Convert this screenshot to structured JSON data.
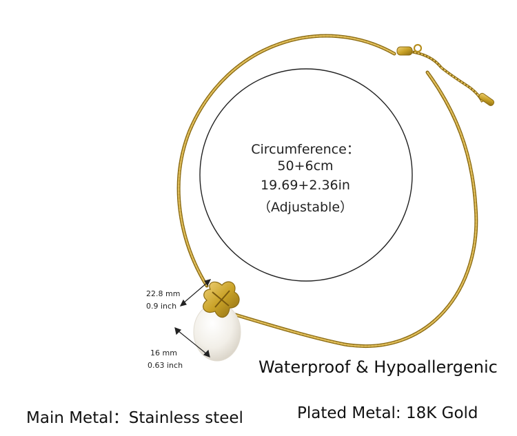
{
  "circumference": {
    "heading": "Circumference：",
    "metric": "50+6cm",
    "imperial": "19.69+2.36in",
    "note": "（Adjustable）"
  },
  "pendant_height": {
    "mm": "22.8 mm",
    "inch": "0.9 inch"
  },
  "pendant_width": {
    "mm": "16 mm",
    "inch": "0.63 inch"
  },
  "tagline": "Waterproof & Hypoallergenic",
  "specs": {
    "main_metal": "Main Metal：Stainless steel",
    "plated_metal": "Plated Metal: 18K Gold"
  },
  "colors": {
    "gold": "#c9a227",
    "gold_dark": "#8a6a12",
    "pearl": "#f4f1ea",
    "outline": "#222222"
  }
}
